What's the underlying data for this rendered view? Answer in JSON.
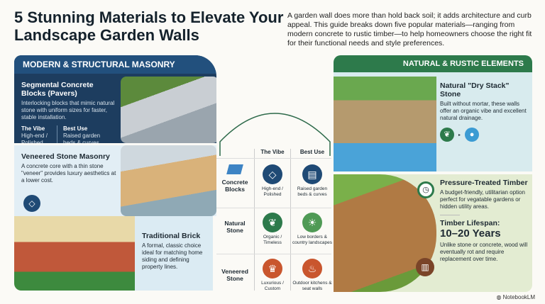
{
  "title": "5 Stunning Materials to Elevate Your Landscape Garden Walls",
  "intro": "A garden wall does more than hold back soil; it adds architecture and curb appeal. This guide breaks down five popular materials—ranging from modern concrete to rustic timber—to help homeowners choose the right fit for their functional needs and style preferences.",
  "left": {
    "header": "MODERN & STRUCTURAL MASONRY",
    "segmental": {
      "title": "Segmental Concrete Blocks (Pavers)",
      "desc": "Interlocking blocks that mimic natural stone with uniform sizes for faster, stable installation.",
      "vibe_label": "The Vibe",
      "vibe": "High-end / Polished",
      "use_label": "Best Use",
      "use": "Raised garden beds & curves."
    },
    "veneered": {
      "title": "Veneered Stone Masonry",
      "desc": "A concrete core with a thin stone \"veneer\" provides luxury aesthetics at a lower cost.",
      "icon": "diamond-icon"
    },
    "brick": {
      "title": "Traditional Brick",
      "desc": "A formal, classic choice ideal for matching home siding and defining property lines."
    }
  },
  "table": {
    "headers": [
      "The Vibe",
      "Best Use"
    ],
    "rows": [
      {
        "label": "Concrete Blocks",
        "icon": "concrete-block-icon",
        "vibe": "High-end / Polished",
        "vibe_icon": "diamond-icon",
        "use": "Raised garden beds & curves",
        "use_icon": "raised-bed-icon",
        "color1": "#1f4a75",
        "color2": "#1f4a75"
      },
      {
        "label": "Natural Stone",
        "vibe": "Organic / Timeless",
        "vibe_icon": "leaf-icon",
        "use": "Low borders & country landscapes",
        "use_icon": "landscape-icon",
        "color1": "#2d7a4b",
        "color2": "#4f9a55"
      },
      {
        "label": "Veneered Stone",
        "vibe": "Luxurious / Custom",
        "vibe_icon": "crown-icon",
        "use": "Outdoor kitchens & seat walls",
        "use_icon": "grill-icon",
        "color1": "#c9562e",
        "color2": "#c9562e"
      }
    ]
  },
  "right": {
    "header": "NATURAL & RUSTIC ELEMENTS",
    "drystack": {
      "title": "Natural \"Dry Stack\" Stone",
      "desc": "Built without mortar, these walls offer an organic vibe and excellent natural drainage."
    },
    "timber": {
      "title": "Pressure-Treated Timber",
      "desc": "A budget-friendly, utilitarian option perfect for vegatable gardens or hidden utility areas.",
      "lifespan_label": "Timber Lifespan:",
      "lifespan": "10–20 Years",
      "lifespan_desc": "Unlike stone or concrete, wood will eventually rot and require replacement over time."
    }
  },
  "brand": "NotebookLM"
}
